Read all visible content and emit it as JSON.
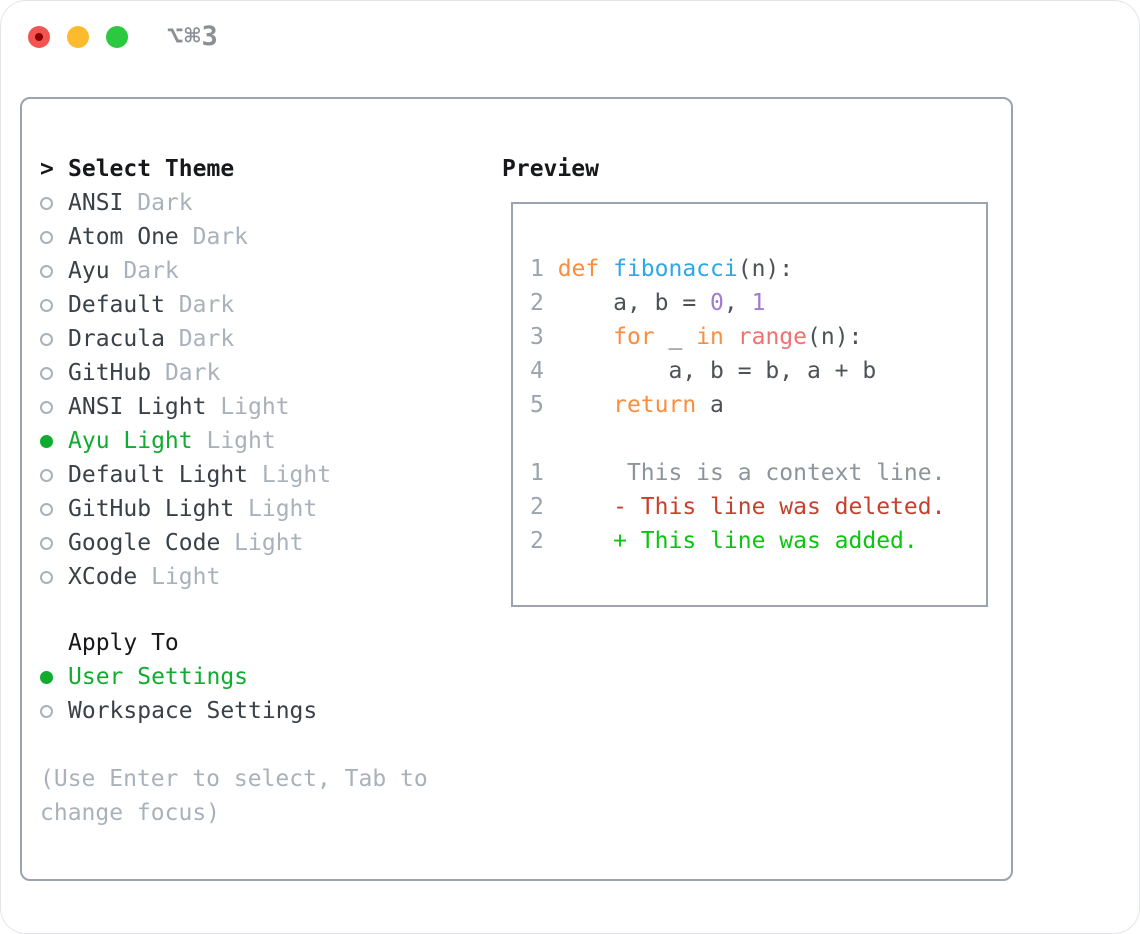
{
  "colors": {
    "plain": "#4d5258",
    "lineno": "#9aa3ae",
    "keyword": "#fa8d3e",
    "function": "#2ea7e6",
    "number": "#a37acc",
    "builtin": "#f07171",
    "context": "#8c949c",
    "deleted": "#c8402c",
    "added": "#0ec412",
    "selected_green": "#10ac2f"
  },
  "titlebar": {
    "shortcut": "⌥⌘3",
    "traffic_lights": [
      "close",
      "minimize",
      "zoom"
    ]
  },
  "theme_panel": {
    "header": "Select Theme",
    "header_marker": ">",
    "items": [
      {
        "name": "ANSI",
        "variant": "Dark",
        "selected": false
      },
      {
        "name": "Atom One",
        "variant": "Dark",
        "selected": false
      },
      {
        "name": "Ayu",
        "variant": "Dark",
        "selected": false
      },
      {
        "name": "Default",
        "variant": "Dark",
        "selected": false
      },
      {
        "name": "Dracula",
        "variant": "Dark",
        "selected": false
      },
      {
        "name": "GitHub",
        "variant": "Dark",
        "selected": false
      },
      {
        "name": "ANSI Light",
        "variant": "Light",
        "selected": false
      },
      {
        "name": "Ayu Light",
        "variant": "Light",
        "selected": true
      },
      {
        "name": "Default Light",
        "variant": "Light",
        "selected": false
      },
      {
        "name": "GitHub Light",
        "variant": "Light",
        "selected": false
      },
      {
        "name": "Google Code",
        "variant": "Light",
        "selected": false
      },
      {
        "name": "XCode",
        "variant": "Light",
        "selected": false
      }
    ],
    "apply_header": "Apply To",
    "apply_options": [
      {
        "label": "User Settings",
        "selected": true
      },
      {
        "label": "Workspace Settings",
        "selected": false
      }
    ],
    "hint": "(Use Enter to select, Tab to\nchange focus)"
  },
  "preview": {
    "header": "Preview",
    "code_lines": [
      {
        "num": "1",
        "tokens": [
          {
            "t": "def ",
            "c": "keyword"
          },
          {
            "t": "fibonacci",
            "c": "function"
          },
          {
            "t": "(n):",
            "c": "plain"
          }
        ]
      },
      {
        "num": "2",
        "tokens": [
          {
            "t": "    a, b = ",
            "c": "plain"
          },
          {
            "t": "0",
            "c": "number"
          },
          {
            "t": ", ",
            "c": "plain"
          },
          {
            "t": "1",
            "c": "number"
          }
        ]
      },
      {
        "num": "3",
        "tokens": [
          {
            "t": "    ",
            "c": "plain"
          },
          {
            "t": "for",
            "c": "keyword"
          },
          {
            "t": " _ ",
            "c": "plain"
          },
          {
            "t": "in",
            "c": "keyword"
          },
          {
            "t": " ",
            "c": "plain"
          },
          {
            "t": "range",
            "c": "builtin"
          },
          {
            "t": "(n):",
            "c": "plain"
          }
        ]
      },
      {
        "num": "4",
        "tokens": [
          {
            "t": "        a, b = b, a + b",
            "c": "plain"
          }
        ]
      },
      {
        "num": "5",
        "tokens": [
          {
            "t": "    ",
            "c": "plain"
          },
          {
            "t": "return",
            "c": "keyword"
          },
          {
            "t": " a",
            "c": "plain"
          }
        ]
      }
    ],
    "diff_lines": [
      {
        "num": "1",
        "tokens": [
          {
            "t": "     This is a context line.",
            "c": "context"
          }
        ]
      },
      {
        "num": "2",
        "tokens": [
          {
            "t": "    - This line was deleted.",
            "c": "deleted"
          }
        ]
      },
      {
        "num": "2",
        "tokens": [
          {
            "t": "    + This line was added.",
            "c": "added"
          }
        ]
      }
    ]
  }
}
